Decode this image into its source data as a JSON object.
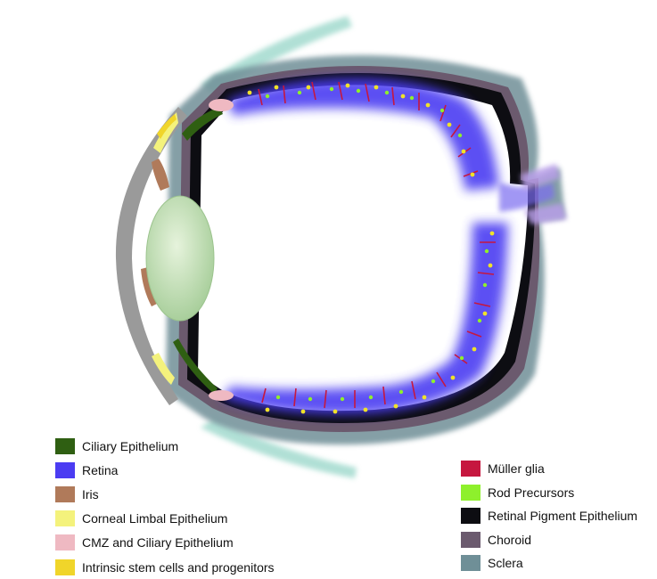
{
  "colors": {
    "ciliary_epithelium": "#2f5f12",
    "retina": "#4b3cf2",
    "iris": "#b07a5a",
    "corneal_limbal_epithelium": "#f4f27c",
    "cmz_ciliary_epithelium": "#efb9c2",
    "intrinsic_stem_cells": "#f0d52a",
    "muller_glia": "#c6173f",
    "rod_precursors": "#8ef02c",
    "retinal_pigment_epithelium": "#0d0d12",
    "choroid": "#6b5a6e",
    "sclera": "#6f8f97",
    "lens": "#cfe6c0"
  },
  "legend_left": [
    {
      "label": "Ciliary Epithelium",
      "color": "#2f5f12"
    },
    {
      "label": "Retina",
      "color": "#4b3cf2"
    },
    {
      "label": "Iris",
      "color": "#b07a5a"
    },
    {
      "label": "Corneal Limbal Epithelium",
      "color": "#f4f27c"
    },
    {
      "label": "CMZ and Ciliary Epithelium",
      "color": "#efb9c2"
    },
    {
      "label": "Intrinsic stem cells and progenitors",
      "color": "#f0d52a"
    }
  ],
  "legend_right": [
    {
      "label": "Müller glia",
      "color": "#c6173f"
    },
    {
      "label": "Rod Precursors",
      "color": "#8ef02c"
    },
    {
      "label": "Retinal Pigment Epithelium",
      "color": "#0d0d12"
    },
    {
      "label": "Choroid",
      "color": "#6b5a6e"
    },
    {
      "label": "Sclera",
      "color": "#6f8f97"
    }
  ]
}
